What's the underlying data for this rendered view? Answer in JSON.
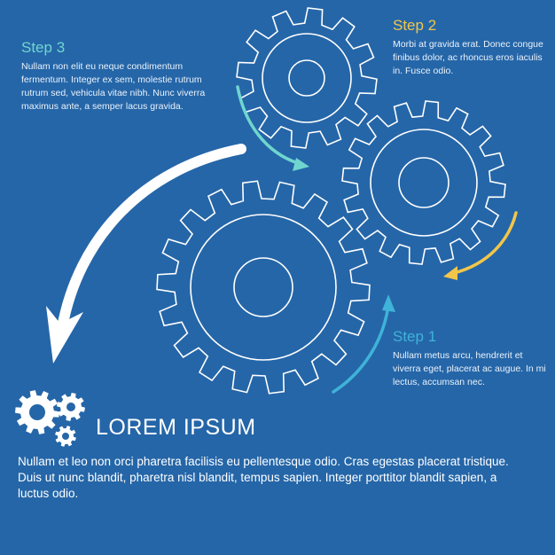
{
  "colors": {
    "background": "#2566a8",
    "step1": "#3fb3d9",
    "step2": "#f2c64a",
    "step3": "#6fd6cf",
    "gear_outline": "#ffffff"
  },
  "icons": {
    "small_gears": "gears-icon",
    "big_arrow": "curved-arrow-icon"
  },
  "steps": [
    {
      "title": "Step 1",
      "text": "Nullam metus arcu, hendrerit et viverra eget, placerat ac augue. In mi lectus, accumsan nec."
    },
    {
      "title": "Step 2",
      "text": "Morbi at gravida erat. Donec congue finibus dolor, ac rhoncus eros iaculis in. Fusce odio."
    },
    {
      "title": "Step 3",
      "text": "Nullam non elit eu neque condimentum fermentum. Integer ex sem, molestie rutrum rutrum sed, vehicula vitae nibh. Nunc viverra maximus ante, a semper lacus gravida."
    }
  ],
  "headline": "LOREM IPSUM",
  "description": "Nullam et leo non orci pharetra facilisis eu pellentesque odio. Cras egestas placerat tristique. Duis ut nunc blandit, pharetra nisl blandit, tempus sapien. Integer porttitor blandit sapien, a luctus odio."
}
